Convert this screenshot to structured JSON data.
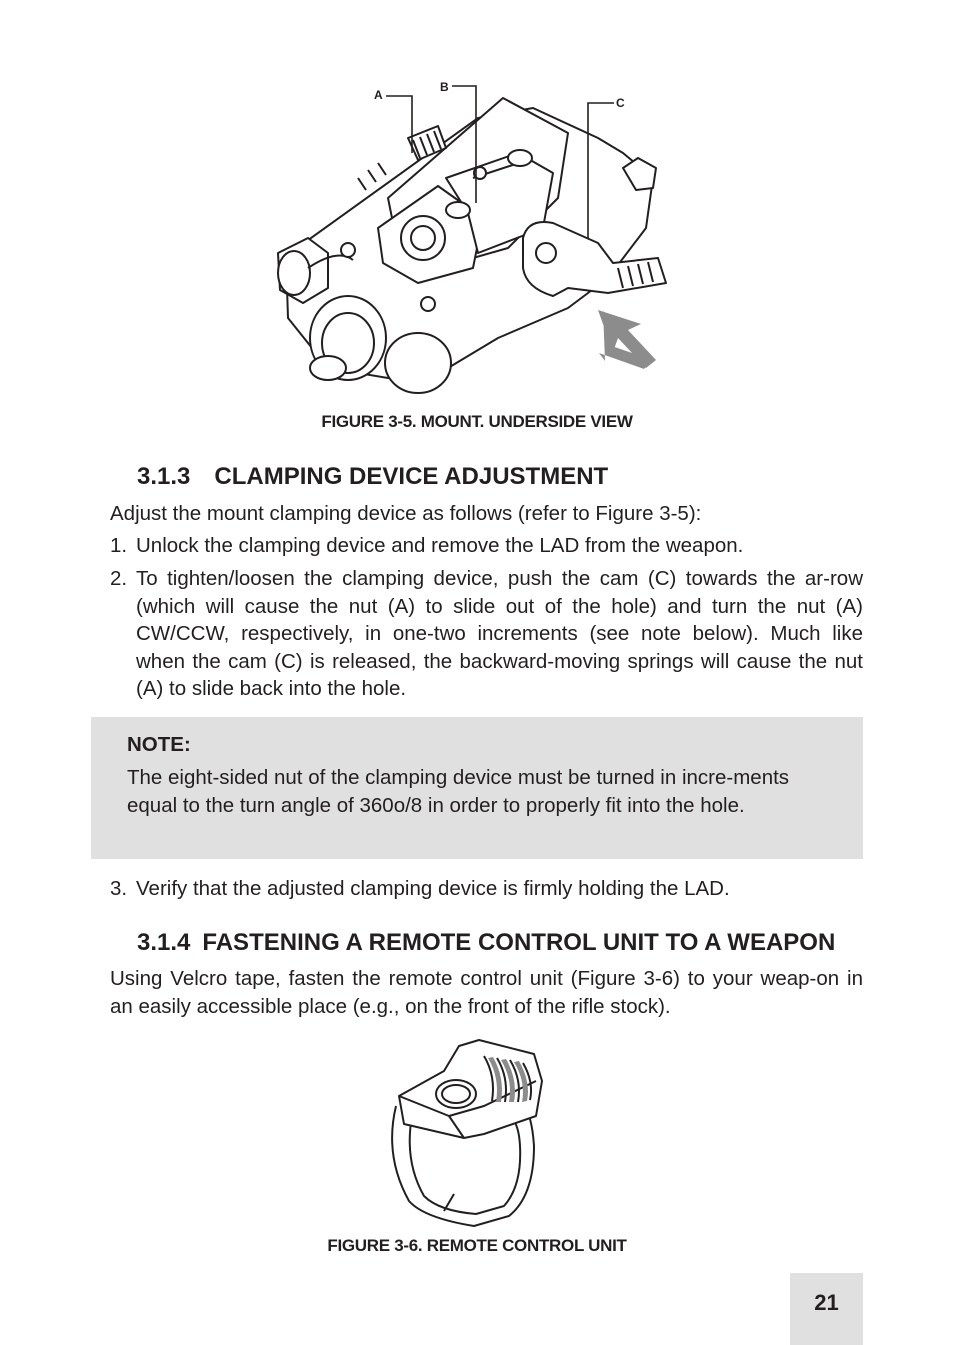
{
  "figure1": {
    "labels": {
      "a": "A",
      "b": "B",
      "c": "C"
    },
    "caption": "FIGURE 3-5. MOUNT. UNDERSIDE VIEW"
  },
  "section1": {
    "number": "3.1.3",
    "title": "CLAMPING DEVICE ADJUSTMENT",
    "intro": "Adjust the mount clamping device as follows (refer to Figure 3-5):",
    "steps": [
      {
        "num": "1.",
        "text": "Unlock the clamping device and remove the LAD from the weapon."
      },
      {
        "num": "2.",
        "text": "To tighten/loosen the clamping device, push the cam (C) towards the ar-row (which will cause the nut (A) to slide out of the hole) and turn the nut (A) CW/CCW, respectively, in one-two increments (see note below). Much like when the cam (C) is released, the backward-moving springs will cause the nut (A) to slide back into the hole."
      }
    ],
    "note": {
      "title": "NOTE:",
      "text": "The eight-sided nut of the clamping device must be turned in incre-ments equal to the turn angle of 360o/8 in order to properly fit into the hole."
    },
    "step3": {
      "num": "3.",
      "text": "Verify that the adjusted clamping device is firmly holding the LAD."
    }
  },
  "section2": {
    "number": "3.1.4",
    "title": "FASTENING A REMOTE CONTROL UNIT TO A WEAPON",
    "text": "Using Velcro tape, fasten the remote control unit (Figure 3-6) to your weap-on in an easily accessible place (e.g., on the front of the rifle stock)."
  },
  "figure2": {
    "caption": "FIGURE 3-6. REMOTE CONTROL UNIT"
  },
  "page_number": "21"
}
